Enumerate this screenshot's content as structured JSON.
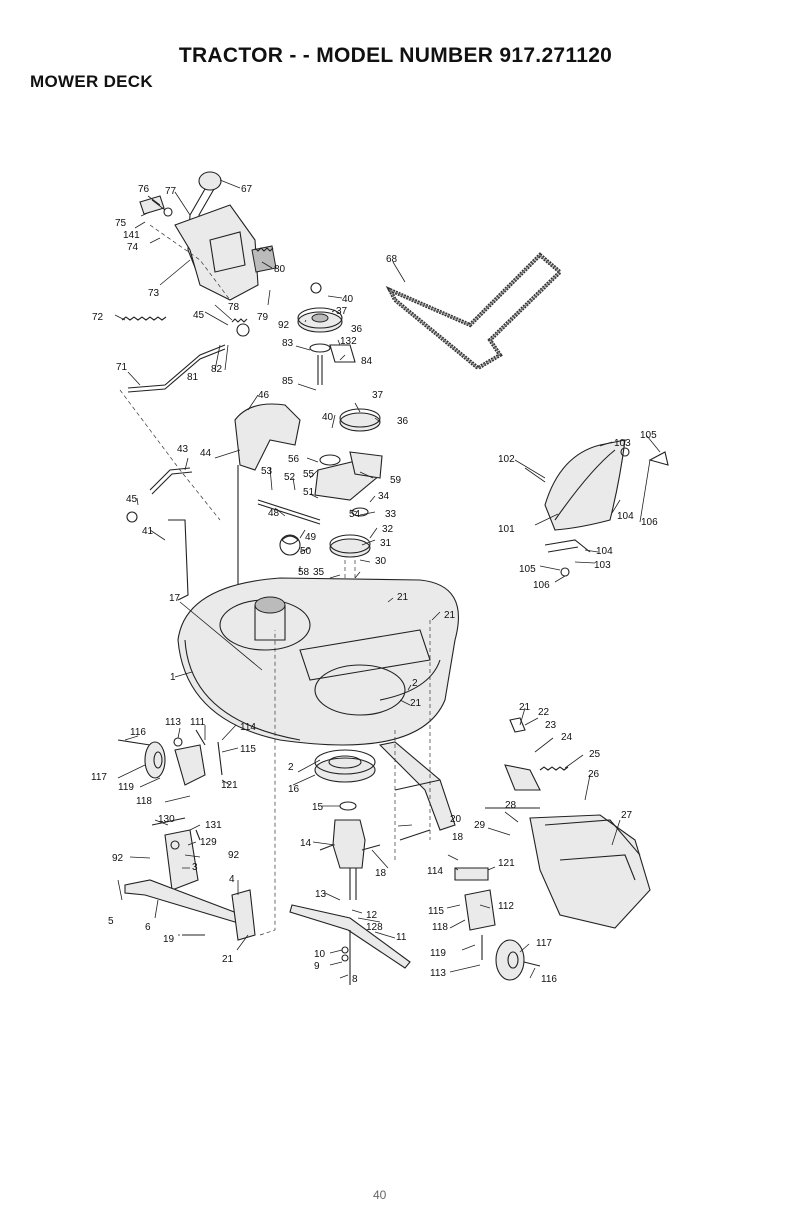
{
  "header": {
    "title": "TRACTOR - - MODEL NUMBER 917.271120",
    "section": "MOWER DECK"
  },
  "page_number": "40",
  "callouts": [
    "76",
    "77",
    "67",
    "75",
    "141",
    "74",
    "73",
    "80",
    "78",
    "79",
    "72",
    "45",
    "81",
    "82",
    "71",
    "68",
    "40",
    "37",
    "92",
    "36",
    "83",
    "132",
    "84",
    "85",
    "46",
    "37",
    "40",
    "36",
    "43",
    "44",
    "56",
    "53",
    "52",
    "55",
    "59",
    "51",
    "34",
    "45",
    "48",
    "33",
    "54",
    "32",
    "49",
    "31",
    "50",
    "30",
    "41",
    "58",
    "35",
    "21",
    "17",
    "21",
    "1",
    "2",
    "21",
    "102",
    "103",
    "105",
    "101",
    "104",
    "106",
    "103",
    "104",
    "105",
    "106",
    "116",
    "113",
    "111",
    "114",
    "115",
    "117",
    "119",
    "121",
    "118",
    "130",
    "131",
    "129",
    "92",
    "3",
    "92",
    "4",
    "5",
    "6",
    "19",
    "21",
    "2",
    "16",
    "15",
    "14",
    "18",
    "13",
    "12",
    "128",
    "10",
    "9",
    "8",
    "11",
    "20",
    "18",
    "22",
    "23",
    "24",
    "21",
    "25",
    "26",
    "28",
    "27",
    "29",
    "121",
    "114",
    "112",
    "115",
    "118",
    "119",
    "117",
    "113",
    "116"
  ]
}
